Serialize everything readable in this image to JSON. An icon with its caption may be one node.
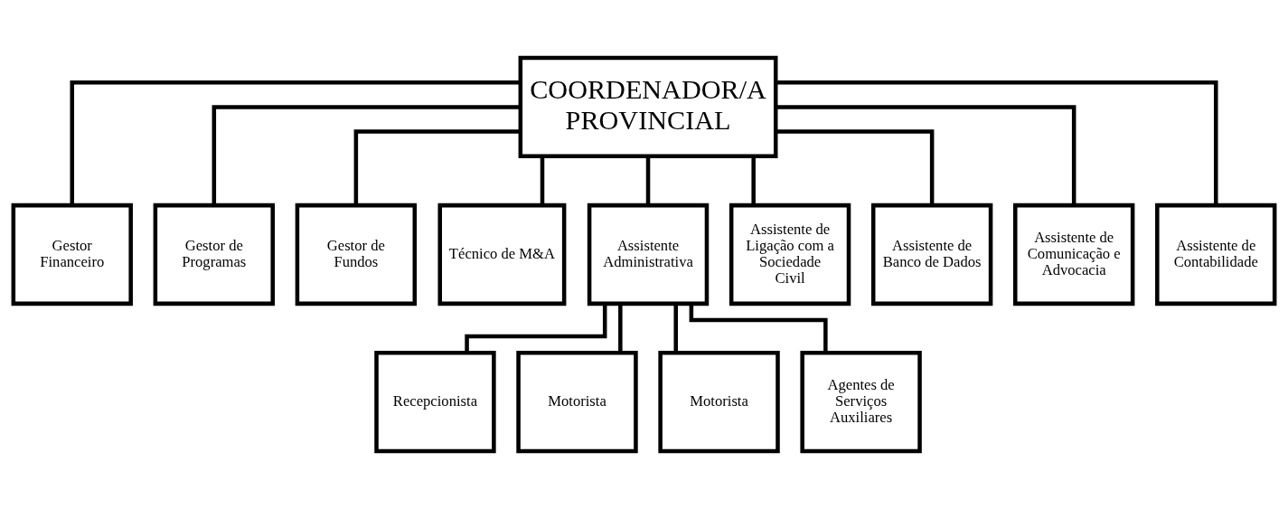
{
  "diagram": {
    "nodes": [
      {
        "text": [
          "COORDENADOR/A PROVINCIAL"
        ]
      },
      {
        "text": [
          "Gestor Financeiro"
        ]
      },
      {
        "text": [
          "Gestor de Programas"
        ]
      },
      {
        "text": [
          "Gestor de Fundos"
        ]
      },
      {
        "text": [
          "Técnico de M&A"
        ]
      },
      {
        "text": [
          "Assistente Administrativa"
        ]
      },
      {
        "text": [
          "Assistente de Ligação com a Sociedade Civil"
        ]
      },
      {
        "text": [
          "Assistente de Banco de Dados"
        ]
      },
      {
        "text": [
          "Assistente de Comunicação e Advocacia"
        ]
      },
      {
        "text": [
          "Assistente de Contabilidade"
        ]
      },
      {
        "text": [
          "Recepcionista"
        ]
      },
      {
        "text": [
          "Motorista"
        ]
      },
      {
        "text": [
          "Motorista"
        ]
      },
      {
        "text": [
          "Agentes de Serviços Auxiliares"
        ]
      }
    ],
    "edges": [
      {
        "from": 0,
        "to": 1,
        "arrow": "none"
      },
      {
        "from": 0,
        "to": 2,
        "arrow": "none"
      },
      {
        "from": 0,
        "to": 3,
        "arrow": "none"
      },
      {
        "from": 0,
        "to": 4,
        "arrow": "none"
      },
      {
        "from": 0,
        "to": 5,
        "arrow": "none"
      },
      {
        "from": 0,
        "to": 6,
        "arrow": "none"
      },
      {
        "from": 0,
        "to": 7,
        "arrow": "none"
      },
      {
        "from": 0,
        "to": 8,
        "arrow": "none"
      },
      {
        "from": 0,
        "to": 9,
        "arrow": "none"
      },
      {
        "from": 5,
        "to": 10,
        "arrow": "none"
      },
      {
        "from": 5,
        "to": 11,
        "arrow": "none"
      },
      {
        "from": 5,
        "to": 12,
        "arrow": "none"
      },
      {
        "from": 5,
        "to": 13,
        "arrow": "none"
      }
    ]
  }
}
